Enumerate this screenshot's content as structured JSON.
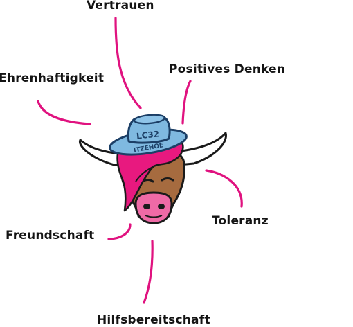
{
  "values": {
    "top": "Vertrauen",
    "upper_left": "Ehrenhaftigkeit",
    "upper_right": "Positives Denken",
    "right": "Toleranz",
    "left": "Freundschaft",
    "bottom": "Hilfsbereitschaft"
  },
  "logo": {
    "hat_line1": "LC32",
    "hat_line2": "ITZEHOE"
  },
  "colors": {
    "connector": "#e0127f",
    "hair": "#e8197f",
    "hat": "#7fb9e0",
    "hat_outline": "#1c3f66",
    "face": "#a66b3f",
    "nose": "#ef6aa6",
    "horn": "#ffffff",
    "outline": "#1a1a1a"
  }
}
